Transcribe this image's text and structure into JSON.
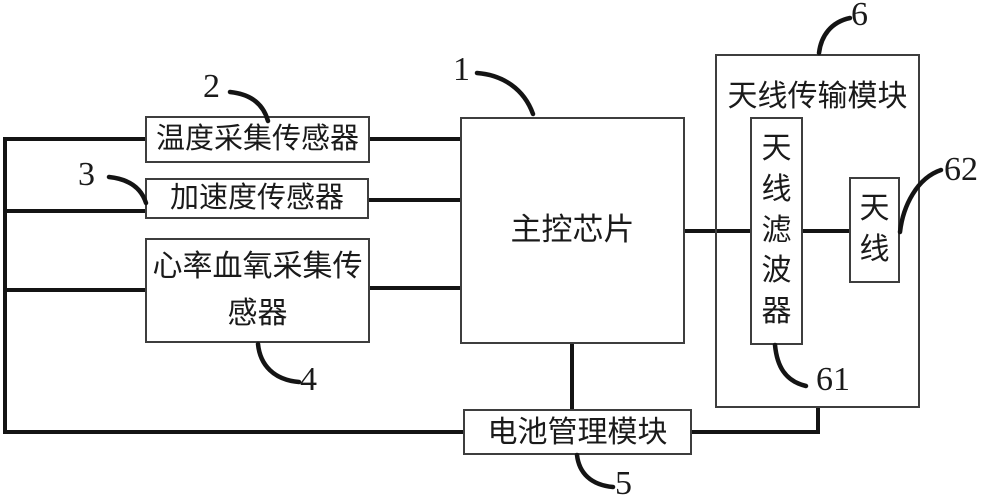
{
  "diagram": {
    "boxes": {
      "temp_sensor": "温度采集传感器",
      "accel_sensor": "加速度传感器",
      "hr_spo2_sensor": "心率血氧采集传感器",
      "main_chip": "主控芯片",
      "battery_module": "电池管理模块",
      "antenna_module": "天线传输模块",
      "antenna_filter": "天线滤波器",
      "antenna": "天线"
    },
    "refs": {
      "main_chip": "1",
      "temp_sensor": "2",
      "accel_sensor": "3",
      "hr_spo2_sensor": "4",
      "battery_module": "5",
      "antenna_module": "6",
      "antenna_filter": "61",
      "antenna": "62"
    },
    "colors": {
      "background": "#ffffff",
      "line": "#141414",
      "box_border": "#3e3e3e",
      "text": "#1a1a1a"
    }
  }
}
